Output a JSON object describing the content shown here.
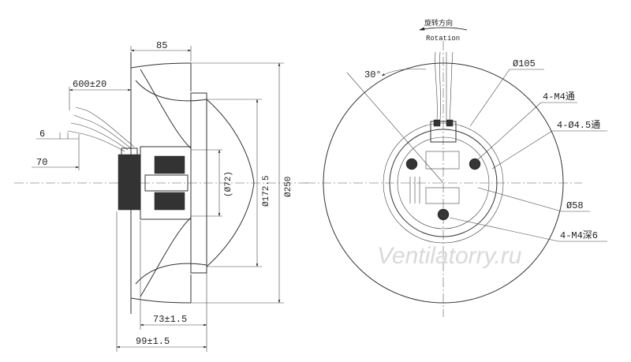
{
  "side_view": {
    "dim_width_top": "85",
    "dim_cable_length": "600±20",
    "dim_strip_6": "6",
    "dim_strip_70": "70",
    "dim_072": "(Ø72)",
    "dim_1725": "Ø172.5",
    "dim_250": "Ø250",
    "dim_73": "73±1.5",
    "dim_99": "99±1.5"
  },
  "front_view": {
    "rotation_cn": "旋转方向",
    "rotation_en": "Rotation",
    "angle_30": "30°",
    "dim_105": "Ø105",
    "callout_m4_through": "4-M4通",
    "callout_holes": "4-Ø4.5通",
    "callout_58": "Ø58",
    "callout_m4_depth": "4-M4深6"
  },
  "watermark": "Ventilatorry.ru"
}
